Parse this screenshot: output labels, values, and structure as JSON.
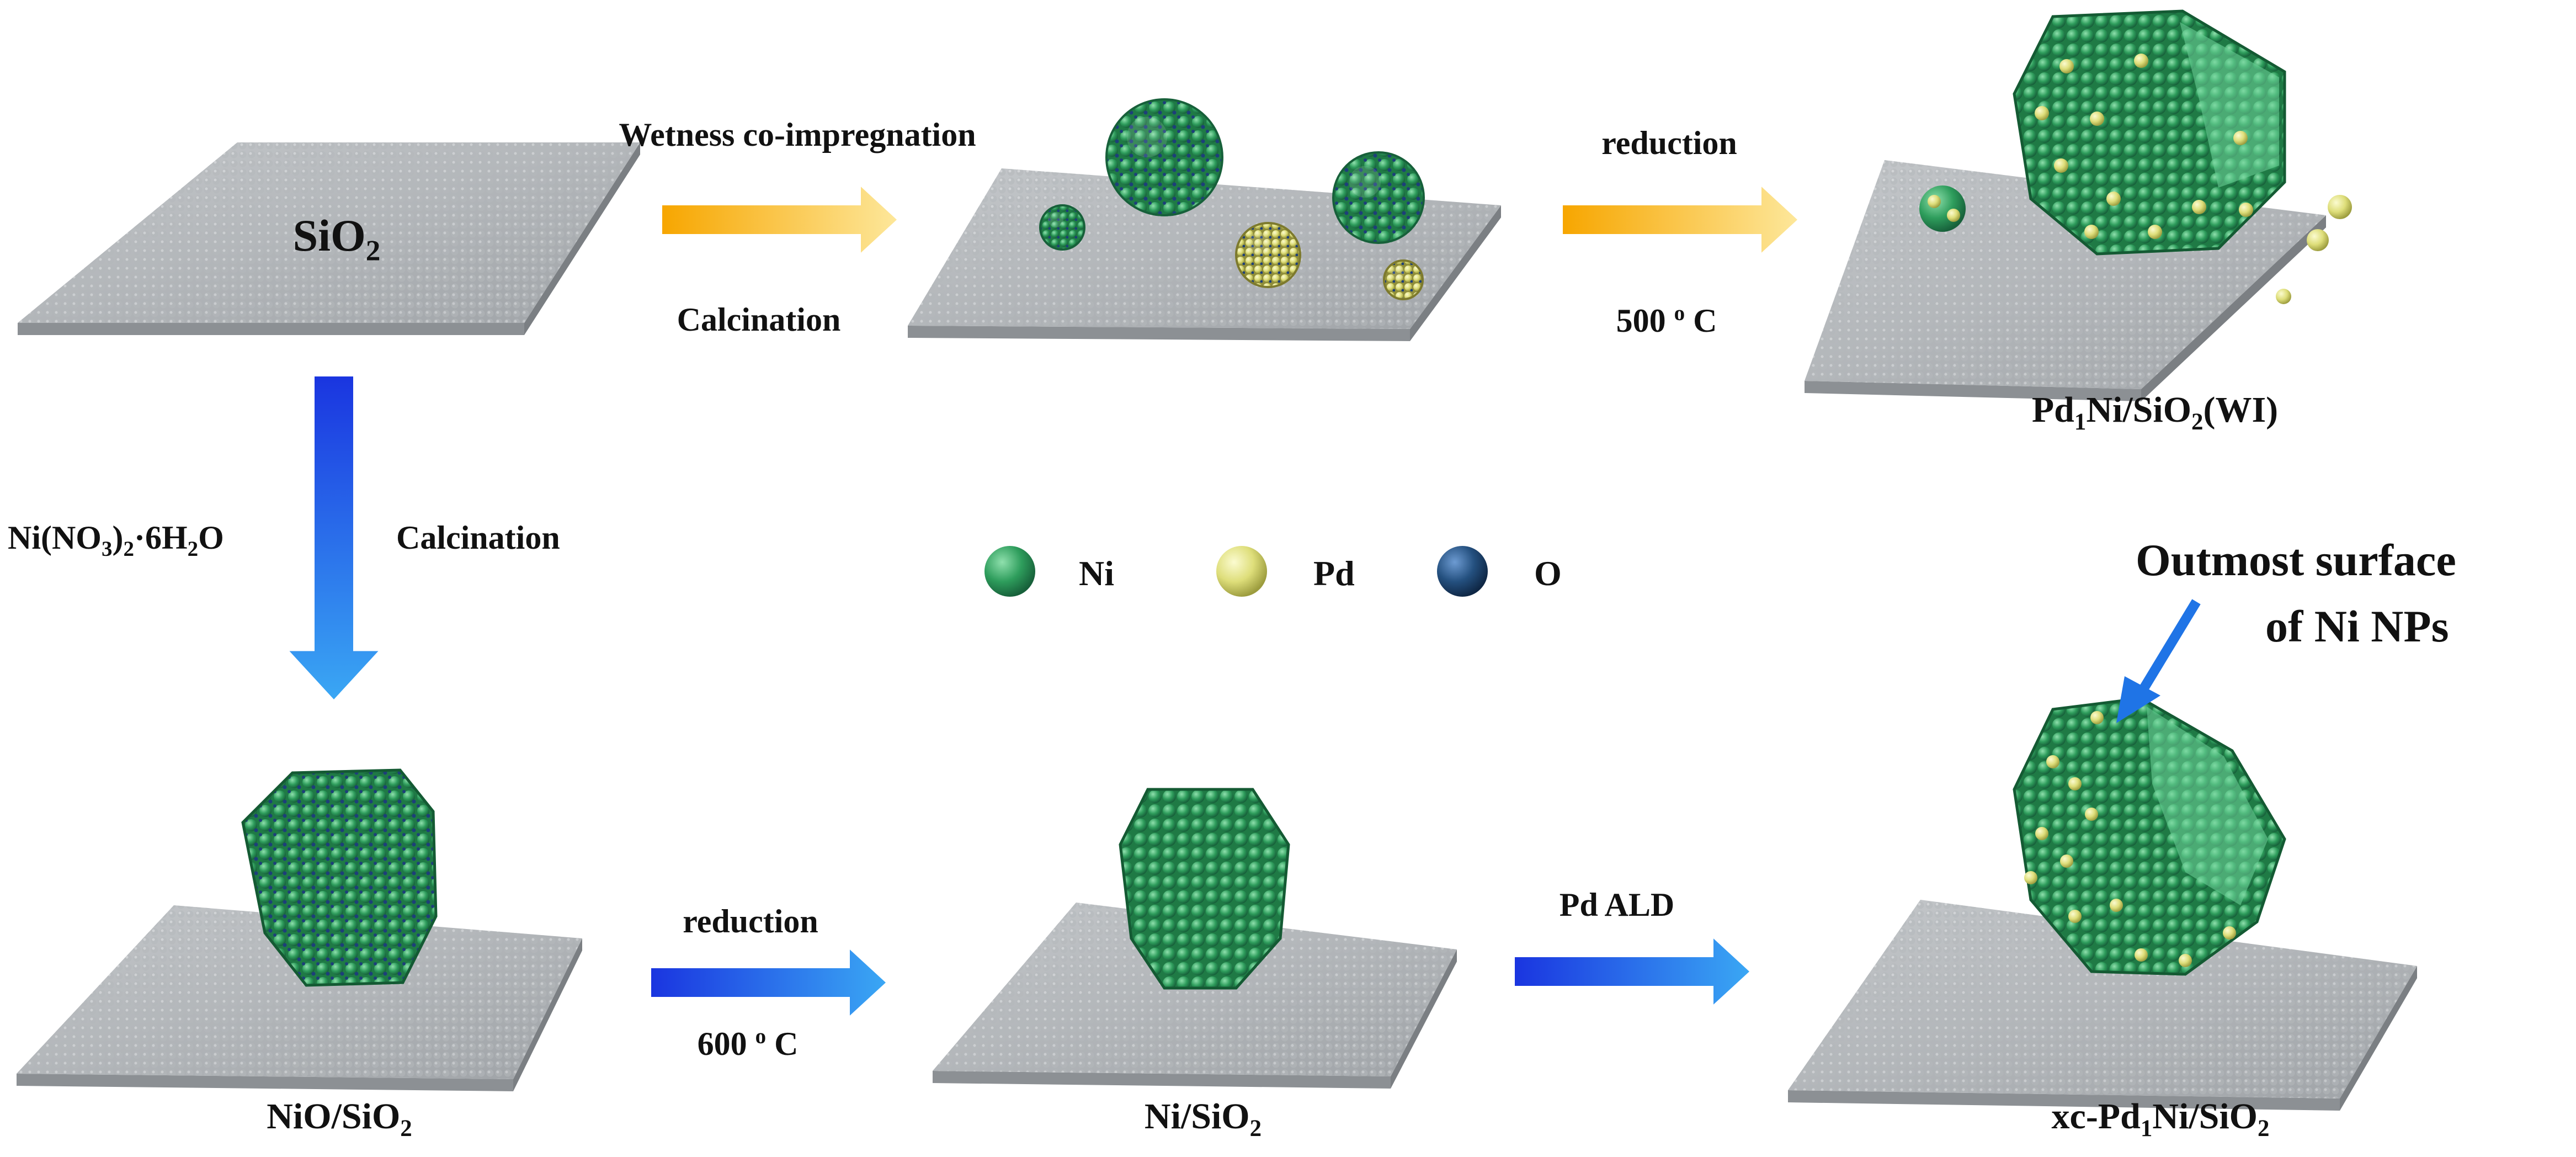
{
  "labels": {
    "sio2_plate": "SiO",
    "sio2_plate_sub": "2",
    "step_top_1_line1": "Wetness co-impregnation",
    "step_top_1_line2": "Calcination",
    "step_top_2_line1": "reduction",
    "step_top_2_line2_num": "500",
    "step_top_2_line2_sup": "o",
    "step_top_2_line2_unit": " C",
    "product_wi_a": "Pd",
    "product_wi_a_sub": "1",
    "product_wi_b": "Ni/SiO",
    "product_wi_b_sub": "2",
    "product_wi_c": "(WI)",
    "precursor_a": "Ni(NO",
    "precursor_sub1": "3",
    "precursor_b": ")",
    "precursor_sub2": "2",
    "precursor_c": "·6H",
    "precursor_sub3": "2",
    "precursor_d": "O",
    "step_down": "Calcination",
    "step_bottom_1_line1": "reduction",
    "step_bottom_1_num": "600",
    "step_bottom_1_sup": "o",
    "step_bottom_1_unit": " C",
    "step_bottom_2": "Pd ALD",
    "nio_a": "NiO/SiO",
    "nio_sub": "2",
    "ni_a": "Ni/SiO",
    "ni_sub": "2",
    "xc_a": "xc-Pd",
    "xc_sub1": "1",
    "xc_b": "Ni/SiO",
    "xc_sub2": "2",
    "callout_line1": "Outmost surface",
    "callout_line2": "of Ni NPs"
  },
  "legend": [
    {
      "label": "Ni",
      "color": "#2e9d5c"
    },
    {
      "label": "Pd",
      "color": "#dede7a"
    },
    {
      "label": "O",
      "color": "#24507f"
    }
  ],
  "colors": {
    "support": "#a9adb1",
    "support_edge": "#7e8286",
    "nickel": "#2e9d5c",
    "palladium": "#e3dc6e",
    "oxygen": "#24507f",
    "arrow_orange": "#f6b21d",
    "arrow_blue": "#1e6fe8"
  }
}
